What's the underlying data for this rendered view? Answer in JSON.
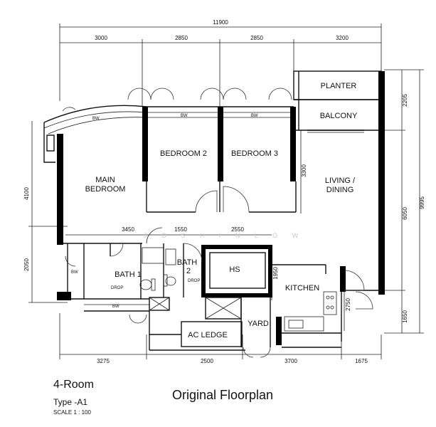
{
  "dimensions": {
    "top_total": "11900",
    "top": [
      "3000",
      "2850",
      "2850",
      "3200"
    ],
    "bottom": [
      "3275",
      "2500",
      "3700",
      "1675"
    ],
    "left_upper": "4100",
    "left_lower": "2050",
    "right_outer": "9995",
    "right_a": "2205",
    "right_b": "6050",
    "right_c": "1650",
    "inner_3300": "3300",
    "inner_3450": "3450",
    "inner_1550": "1550",
    "inner_2550": "2550",
    "inner_1950": "1950",
    "inner_2750": "2750"
  },
  "rooms": {
    "planter": "PLANTER",
    "balcony": "BALCONY",
    "bedroom2": "BEDROOM 2",
    "bedroom3": "BEDROOM 3",
    "main_line1": "MAIN",
    "main_line2": "BEDROOM",
    "living_line1": "LIVING /",
    "living_line2": "DINING",
    "bath1": "BATH 1",
    "bath2_line1": "BATH",
    "bath2_line2": "2",
    "hs": "HS",
    "kitchen": "KITCHEN",
    "yard": "YARD",
    "ac_ledge": "AC LEDGE"
  },
  "labels": {
    "bw": "BW",
    "drop": "DROP"
  },
  "watermark": "J O S H I N L O W",
  "footer": {
    "type": "4-Room",
    "subtype": "Type -A1",
    "scale": "SCALE 1 : 100",
    "title": "Original Floorplan"
  }
}
